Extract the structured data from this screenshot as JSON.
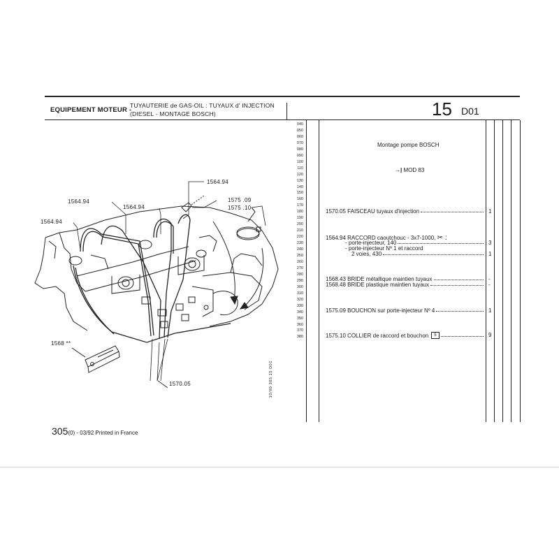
{
  "header": {
    "section": "EQUIPEMENT MOTEUR -",
    "title_line1": "TUYAUTERIE de GAS-OIL : TUYAUX d' INJECTION",
    "title_line2": "(DIESEL - MONTAGE BOSCH)",
    "page_number": "15",
    "page_code": "D01"
  },
  "callouts": {
    "c1": "1564.94",
    "c2": "1575 .09",
    "c3": "1575 .10",
    "c4": "1564.94",
    "c5": "1564.94",
    "c6": "1564.94",
    "c7": "1568 **",
    "c8": "1570.05"
  },
  "row_codes": [
    "040",
    "050",
    "060",
    "070",
    "080",
    "090",
    "100",
    "110",
    "120",
    "130",
    "140",
    "150",
    "160",
    "170",
    "180",
    "190",
    "200",
    "210",
    "220",
    "230",
    "240",
    "250",
    "260",
    "270",
    "280",
    "290",
    "300",
    "310",
    "320",
    "330",
    "340",
    "350",
    "360",
    "370",
    "380"
  ],
  "vertical_note": "10/90 305 15 D01",
  "parts": {
    "heading": "Montage pompe BOSCH",
    "mod_symbol": "→|",
    "mod": "MOD 83",
    "entries": [
      {
        "ref": "1570.05",
        "desc": "FAISCEAU tuyaux d'injection",
        "qty": "1"
      },
      {
        "ref": "1564.94",
        "desc": "RACCORD caoutchouc - 3x7-1000,",
        "qty": ""
      },
      {
        "ref": "",
        "desc": "- porte-injecteur, 140",
        "qty": "3"
      },
      {
        "ref": "",
        "desc": "- porte-injecteur   Nº  1  et raccord",
        "qty": ""
      },
      {
        "ref": "",
        "desc": "2 voies, 430",
        "qty": "1"
      },
      {
        "ref": "1568.43",
        "desc": "BRIDE métallique maintien tuyaux",
        "qty": "-"
      },
      {
        "ref": "1568.48",
        "desc": "BRIDE plastique maintien tuyaux",
        "qty": "-"
      },
      {
        "ref": "1575.09",
        "desc": "BOUCHON sur porte-injecteur   Nº  4",
        "qty": "1"
      },
      {
        "ref": "1575.10",
        "desc": "COLLIER de raccord et bouchon",
        "qty": "9"
      }
    ],
    "box_mark": "5",
    "scissor_symbol": "✂ :"
  },
  "footer": {
    "model": "305",
    "info": "(0) - 03/92 Printed in France"
  }
}
